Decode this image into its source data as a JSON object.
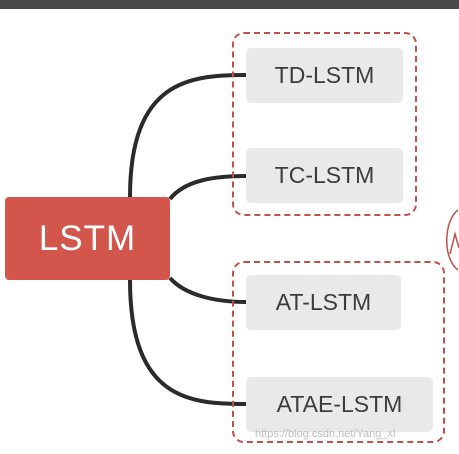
{
  "root": {
    "label": "LSTM",
    "color": "#d3564c"
  },
  "groups": [
    {
      "leaves": [
        {
          "label": "TD-LSTM"
        },
        {
          "label": "TC-LSTM"
        }
      ]
    },
    {
      "leaves": [
        {
          "label": "AT-LSTM"
        },
        {
          "label": "ATAE-LSTM"
        }
      ]
    }
  ],
  "colors": {
    "connector": "#2b2b2b",
    "group_border": "#c0504a",
    "leaf_fill": "#e9e9e9",
    "leaf_text": "#3c3c3c"
  },
  "watermark": "https://blog.csdn.net/Yang_xl"
}
